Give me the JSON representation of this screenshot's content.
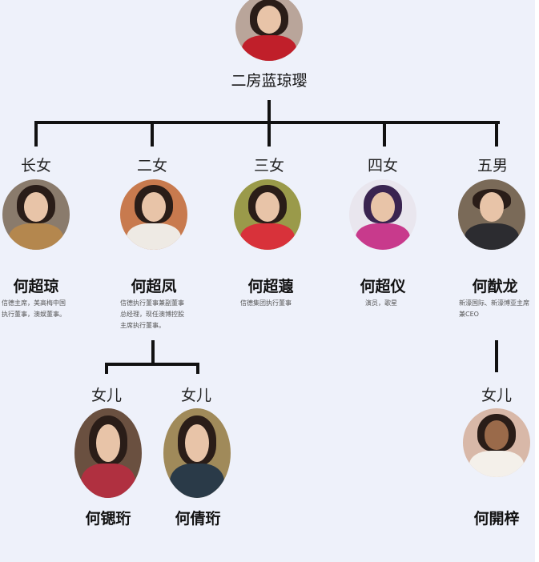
{
  "root": {
    "name": "二房蓝琼璎"
  },
  "children": [
    {
      "label": "长女",
      "name": "何超琼",
      "desc": "信德主席，美高梅中国执行董事，澳娱董事。"
    },
    {
      "label": "二女",
      "name": "何超凤",
      "desc": "信德执行董事兼副董事总经理，现任澳博控股主席执行董事。"
    },
    {
      "label": "三女",
      "name": "何超蕸",
      "desc": "信德集团执行董事"
    },
    {
      "label": "四女",
      "name": "何超仪",
      "desc": "演员，歌星"
    },
    {
      "label": "五男",
      "name": "何猷龙",
      "desc": "新濠国际、新濠博亚主席兼CEO"
    }
  ],
  "grandchildren": [
    {
      "label": "女儿",
      "name": "何锶珩"
    },
    {
      "label": "女儿",
      "name": "何倩珩"
    },
    {
      "label": "女儿",
      "name": "何開梓"
    }
  ]
}
